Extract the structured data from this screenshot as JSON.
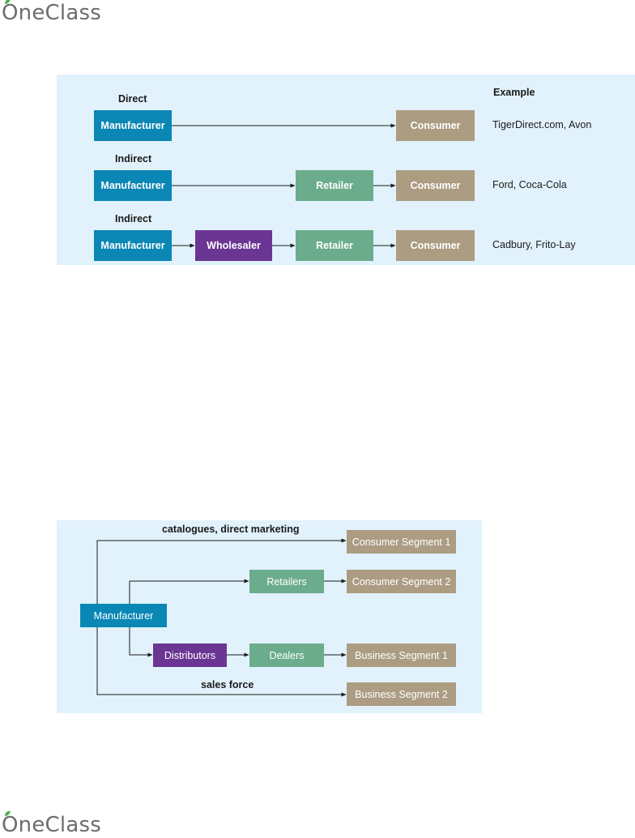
{
  "brand": {
    "logo_text": "OneClass",
    "logo_tail": "neClass"
  },
  "diagram1": {
    "example_header": "Example",
    "rows": [
      {
        "label": "Direct",
        "manufacturer": "Manufacturer",
        "consumer": "Consumer",
        "example": "TigerDirect.com, Avon"
      },
      {
        "label": "Indirect",
        "manufacturer": "Manufacturer",
        "retailer": "Retailer",
        "consumer": "Consumer",
        "example": "Ford, Coca-Cola"
      },
      {
        "label": "Indirect",
        "manufacturer": "Manufacturer",
        "wholesaler": "Wholesaler",
        "retailer": "Retailer",
        "consumer": "Consumer",
        "example": "Cadbury, Frito-Lay"
      }
    ]
  },
  "diagram2": {
    "manufacturer": "Manufacturer",
    "retailers": "Retailers",
    "distributors": "Distributors",
    "dealers": "Dealers",
    "consumer_segment_1": "Consumer Segment 1",
    "consumer_segment_2": "Consumer Segment 2",
    "business_segment_1": "Business Segment 1",
    "business_segment_2": "Business Segment 2",
    "label_catalogues": "catalogues, direct marketing",
    "label_sales_force": "sales force"
  },
  "colors": {
    "manufacturer": "#0a87b5",
    "wholesaler": "#6b3593",
    "retailer": "#6bac8c",
    "consumer": "#ab9c82",
    "panel": "#e1f2fc"
  }
}
